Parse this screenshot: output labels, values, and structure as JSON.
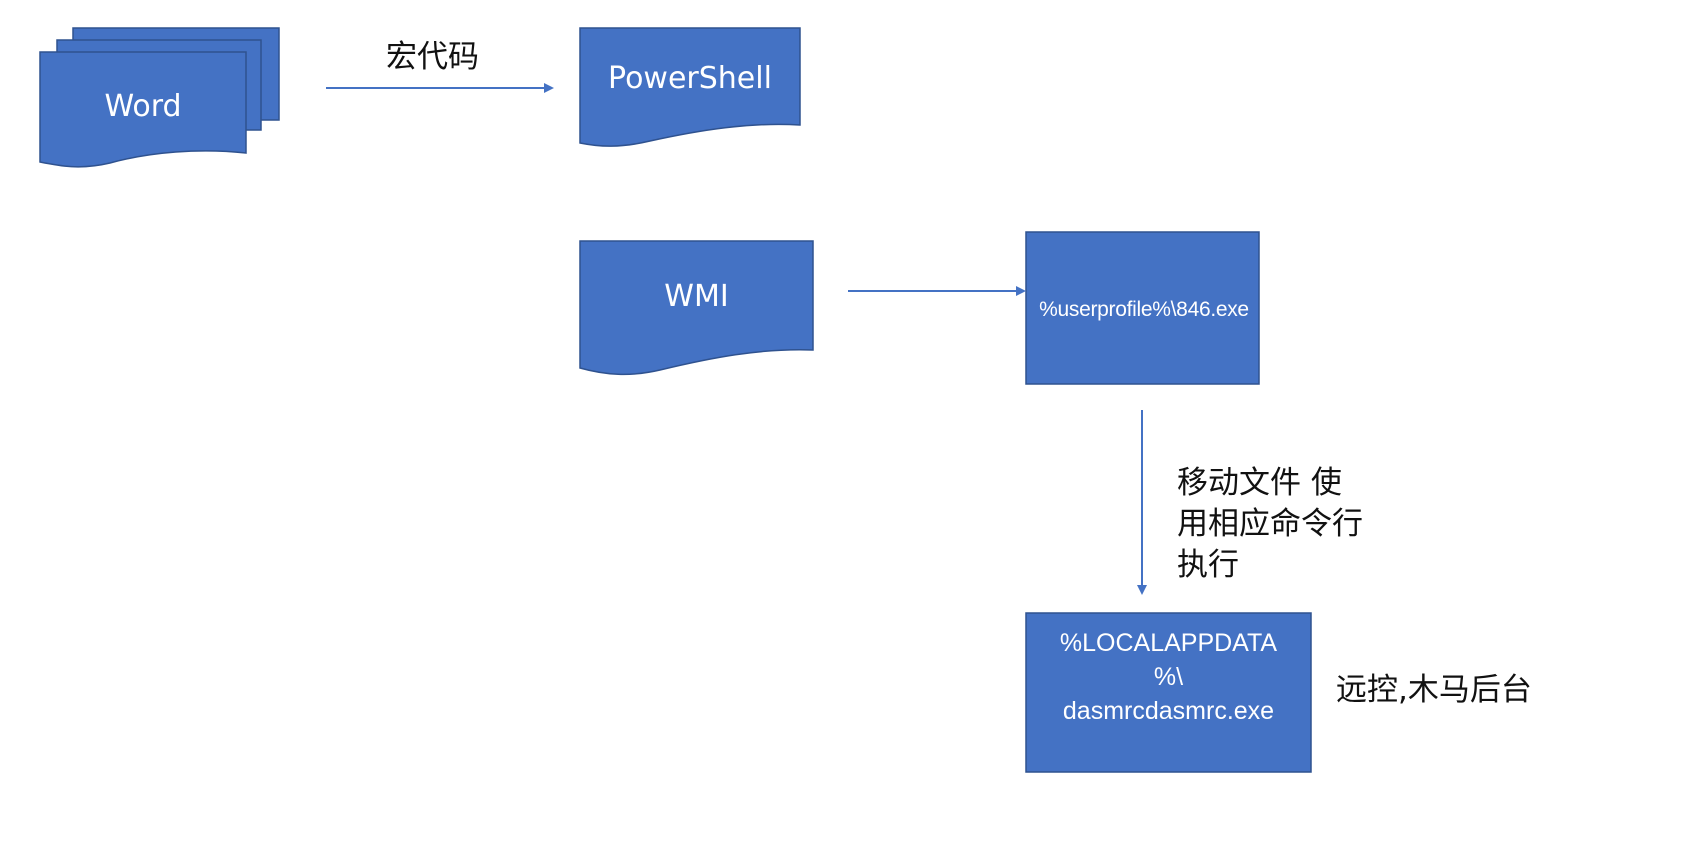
{
  "colors": {
    "shape_fill": "#4472C4",
    "shape_stroke": "#2F528F",
    "arrow": "#4472C4",
    "text_light": "#FFFFFF",
    "text_dark": "#111111"
  },
  "nodes": {
    "word": {
      "label": "Word",
      "shape": "multi-document"
    },
    "powershell": {
      "label": "PowerShell",
      "shape": "document"
    },
    "wmi": {
      "label": "WMI",
      "shape": "document"
    },
    "userprofile_exe": {
      "label": "%userprofile%\\846.exe",
      "shape": "process"
    },
    "localappdata_exe": {
      "lines": [
        "%LOCALAPPDATA",
        "%\\",
        "dasmrcdasmrc.exe"
      ],
      "shape": "process"
    }
  },
  "edges": [
    {
      "from": "word",
      "to": "powershell",
      "label": "宏代码"
    },
    {
      "from": "wmi",
      "to": "userprofile_exe",
      "label": ""
    },
    {
      "from": "userprofile_exe",
      "to": "localappdata_exe",
      "label_lines": [
        "移动文件 使",
        "用相应命令行",
        "执行"
      ]
    }
  ],
  "annotations": {
    "localappdata_note": "远控,木马后台"
  }
}
